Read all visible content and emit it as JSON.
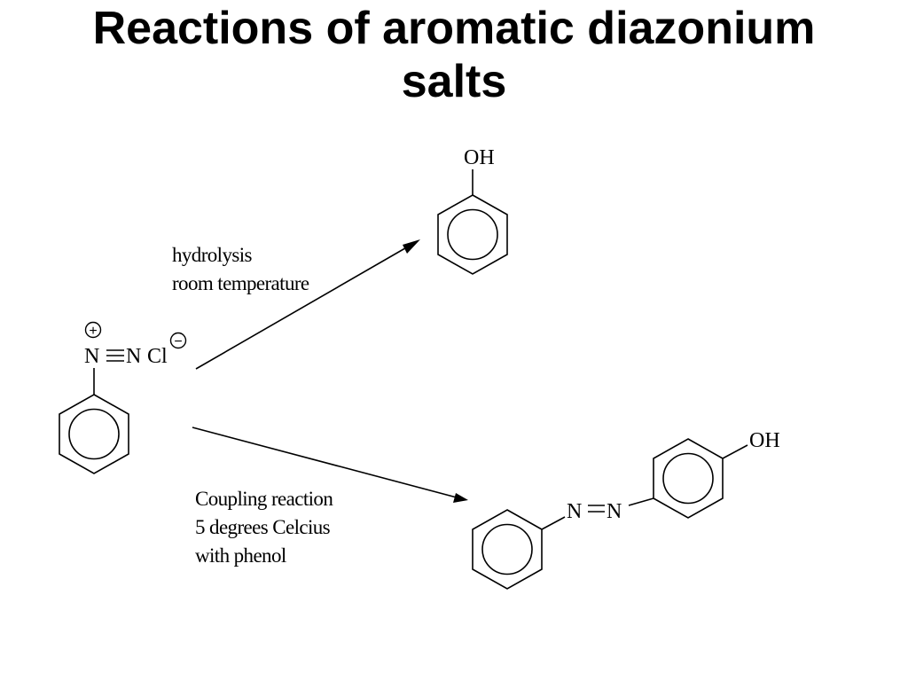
{
  "slide": {
    "title_line1": "Reactions of aromatic diazonium",
    "title_line2": "salts"
  },
  "reactant": {
    "n1": "N",
    "n2": "N",
    "cl": "Cl",
    "plus": "+",
    "minus": "−"
  },
  "hydrolysis": {
    "line1": "hydrolysis",
    "line2": "room temperature",
    "product_oh": "OH"
  },
  "coupling": {
    "line1": "Coupling reaction",
    "line2": "5 degrees Celcius",
    "line3": "with phenol",
    "product_n1": "N",
    "product_n2": "N",
    "product_oh": "OH"
  }
}
